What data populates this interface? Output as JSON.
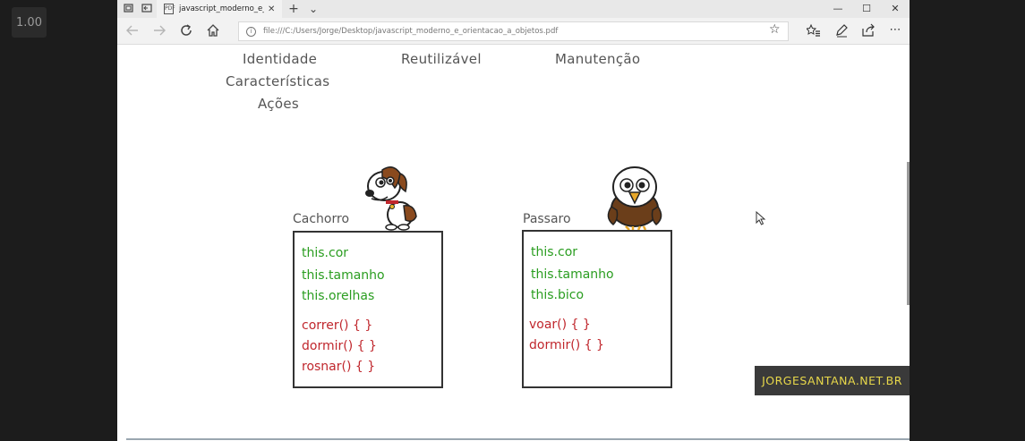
{
  "zoom_badge": "1.00",
  "browser": {
    "tab": {
      "title": "javascript_moderno_e_c",
      "close": "✕"
    },
    "new_tab": "+",
    "tab_list": "⌄",
    "window_controls": {
      "minimize": "—",
      "maximize": "☐",
      "close": "✕"
    },
    "address_url": "file:///C:/Users/Jorge/Desktop/javascript_moderno_e_orientacao_a_objetos.pdf"
  },
  "pdf": {
    "top_words": {
      "col1": [
        "Identidade",
        "Características",
        "Ações"
      ],
      "col2": "Reutilizável",
      "col3": "Manutenção"
    },
    "classes": [
      {
        "name": "Cachorro",
        "properties": [
          "this.cor",
          "this.tamanho",
          "this.orelhas"
        ],
        "methods": [
          "correr() {  }",
          "dormir() {  }",
          "rosnar() {  }"
        ]
      },
      {
        "name": "Passaro",
        "properties": [
          "this.cor",
          "this.tamanho",
          "this.bico"
        ],
        "methods": [
          "voar() {  }",
          "dormir() {  }"
        ]
      }
    ],
    "watermark": "JORGESANTANA.NET.BR"
  },
  "colors": {
    "property_green": "#2a9d20",
    "method_red": "#c0272d",
    "watermark_yellow": "#e8d84a"
  },
  "icons": [
    "tab-manager-icon",
    "set-aside-icon",
    "pdf-file-icon",
    "back-icon",
    "forward-icon",
    "refresh-icon",
    "home-icon",
    "info-icon",
    "favorite-star-icon",
    "favorites-list-icon",
    "pen-icon",
    "share-icon",
    "more-icon",
    "dog-image",
    "eagle-image",
    "mouse-cursor-icon"
  ]
}
